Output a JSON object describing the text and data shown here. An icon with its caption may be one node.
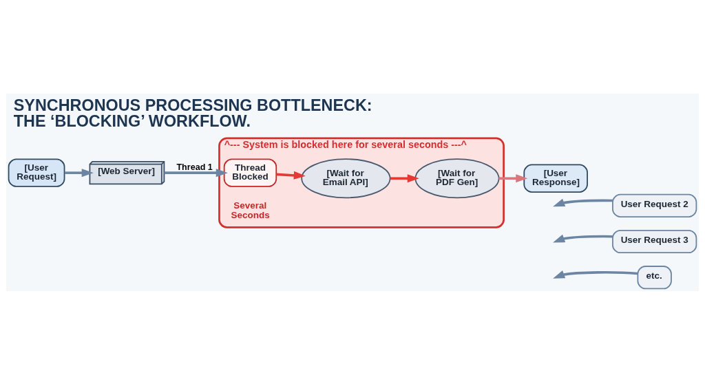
{
  "diagram": {
    "title": "SYNCHRONOUS PROCESSING BOTTLENECK: THE ‘BLOCKING’ WORKFLOW.",
    "nodes": [
      {
        "text": [
          "[User Request]"
        ]
      },
      {
        "text": [
          "[Web Server]"
        ]
      },
      {
        "text": [
          "^--- System is blocked here for several seconds ---^"
        ]
      },
      {
        "text": [
          "Thread Blocked"
        ],
        "in": 2,
        "beside": [
          "Several Seconds"
        ]
      },
      {
        "text": [
          "[Wait for Email API]"
        ],
        "in": 2
      },
      {
        "text": [
          "[Wait for PDF Gen]"
        ],
        "in": 2
      },
      {
        "text": [
          "[User Response]"
        ]
      },
      {
        "text": [
          "User Request 2"
        ]
      },
      {
        "text": [
          "User Request 3"
        ]
      },
      {
        "text": [
          "etc."
        ]
      }
    ],
    "edges": [
      {
        "from": 0,
        "to": 1,
        "arrow": "to"
      },
      {
        "from": 1,
        "to": 3,
        "arrow": "to",
        "label": "Thread 1"
      },
      {
        "from": 3,
        "to": 4,
        "arrow": "to",
        "color": "#e53935"
      },
      {
        "from": 4,
        "to": 5,
        "arrow": "to",
        "color": "#e53935"
      },
      {
        "from": 5,
        "to": 6,
        "arrow": "to",
        "color": "#d9777a"
      },
      {
        "from": 7,
        "to": null,
        "arrow": "to"
      },
      {
        "from": 8,
        "to": null,
        "arrow": "to"
      },
      {
        "from": 9,
        "to": null,
        "arrow": "to"
      }
    ]
  }
}
